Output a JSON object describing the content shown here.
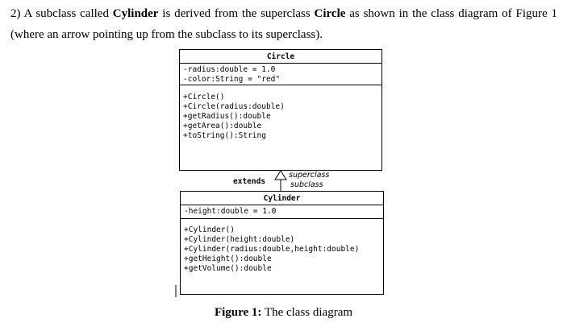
{
  "question": {
    "prefix": "2) A subclass called ",
    "subclass_name": "Cylinder",
    "middle": " is derived from the superclass ",
    "superclass_name": "Circle",
    "suffix": " as shown in the class diagram of Figure 1 (where an arrow pointing up from the subclass to its superclass)."
  },
  "circle": {
    "name": "Circle",
    "attributes": [
      "-radius:double = 1.0",
      "-color:String = \"red\""
    ],
    "methods": [
      "+Circle()",
      "+Circle(radius:double)",
      "+getRadius():double",
      "+getArea():double",
      "+toString():String"
    ]
  },
  "cylinder": {
    "name": "Cylinder",
    "attributes": [
      "-height:double = 1.0"
    ],
    "methods": [
      "+Cylinder()",
      "+Cylinder(height:double)",
      "+Cylinder(radius:double,height:double)",
      "+getHeight():double",
      "+getVolume():double"
    ]
  },
  "relation": {
    "extends_label": "extends",
    "superclass_label": "superclass",
    "subclass_label": "subclass"
  },
  "caption": {
    "label": "Figure 1:",
    "text": " The class diagram"
  }
}
